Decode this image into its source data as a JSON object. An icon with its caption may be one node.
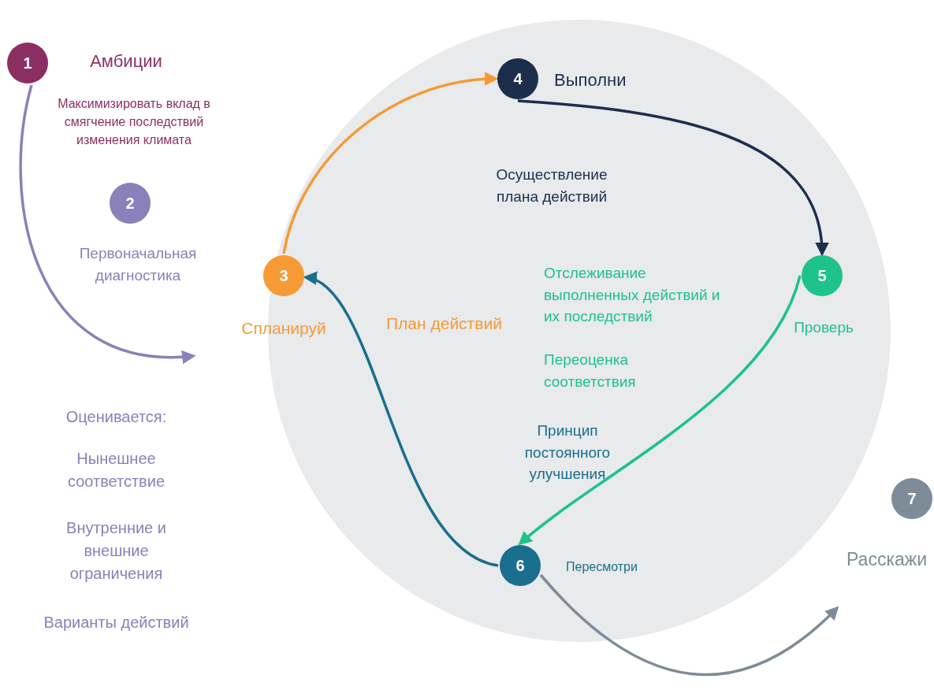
{
  "diagram": {
    "nodes": [
      {
        "text": [
          "1"
        ],
        "beside": [
          "Амбиции",
          "Максимизировать вклад в смягчение последствий изменения климата"
        ]
      },
      {
        "text": [
          "2"
        ],
        "beside": [
          "Первоначальная диагностика"
        ]
      },
      {
        "text": [
          "3"
        ],
        "beside": [
          "Спланируй",
          "План действий"
        ]
      },
      {
        "text": [
          "4"
        ],
        "beside": [
          "Выполни"
        ]
      },
      {
        "text": [
          "5"
        ],
        "beside": [
          "Проверь",
          "Отслеживание выполненных действий и их последствий",
          "Переоценка соответствия"
        ]
      },
      {
        "text": [
          "6"
        ],
        "beside": [
          "Пересмотри"
        ]
      },
      {
        "text": [
          "7"
        ],
        "beside": [
          "Расскажи"
        ]
      }
    ],
    "edges": [
      {
        "from": 0,
        "to": null,
        "arrow": "to",
        "color": "#8a80ba"
      },
      {
        "from": 2,
        "to": 3,
        "arrow": "to",
        "color": "#f59a34"
      },
      {
        "from": 3,
        "to": 4,
        "arrow": "to",
        "color": "#1d2e4d"
      },
      {
        "from": 4,
        "to": 5,
        "arrow": "to",
        "color": "#1ec28b"
      },
      {
        "from": 5,
        "to": 2,
        "arrow": "to",
        "color": "#1a6e8e"
      },
      {
        "from": 5,
        "to": 6,
        "arrow": "to",
        "color": "#7e8c99"
      }
    ],
    "labels": [
      "Осуществление плана действий",
      "Принцип постоянного улучшения",
      "Оценивается:",
      "Нынешнее соответствие",
      "Внутренние и внешние ограничения",
      "Варианты действий"
    ]
  }
}
